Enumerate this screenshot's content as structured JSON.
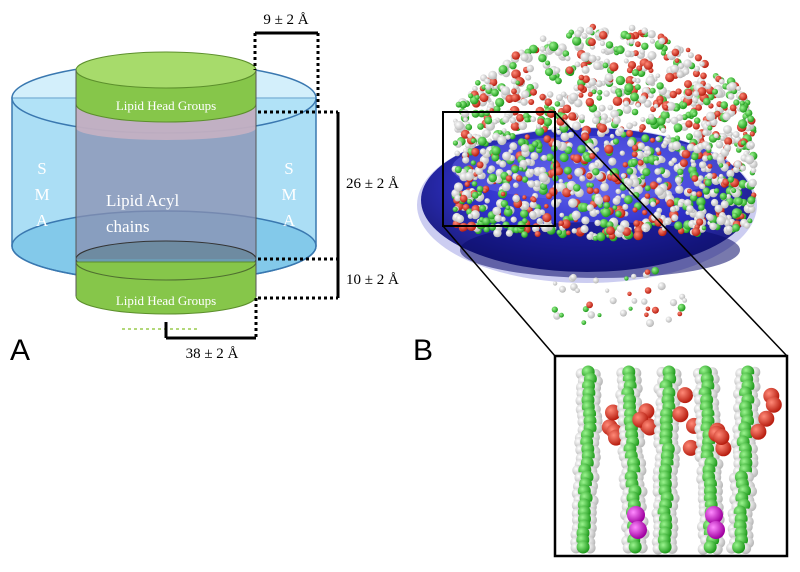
{
  "panel_a": {
    "letter": "A",
    "head_group_label_top": "Lipid Head Groups",
    "head_group_label_bottom": "Lipid Head Groups",
    "acyl_label_line1": "Lipid Acyl",
    "acyl_label_line2": "chains",
    "sma_left": [
      "S",
      "M",
      "A"
    ],
    "sma_right": [
      "S",
      "M",
      "A"
    ],
    "dim_top": "9 ± 2 Å",
    "dim_right_upper": "26 ± 2 Å",
    "dim_right_lower": "10 ± 2 Å",
    "dim_bottom": "38 ± 2 Å"
  },
  "panel_b": {
    "letter": "B"
  },
  "colors": {
    "sma_blue": "#8fd3f2",
    "sma_edge": "#3a78b0",
    "head_green": "#86c64a",
    "acyl_grey": "#8a8fb0",
    "nanodisc_blue": "#1d1fb8",
    "atom_red": "#e03a2a",
    "atom_white": "#f2f2f2",
    "atom_green": "#35c832",
    "atom_magenta": "#e020e0"
  }
}
